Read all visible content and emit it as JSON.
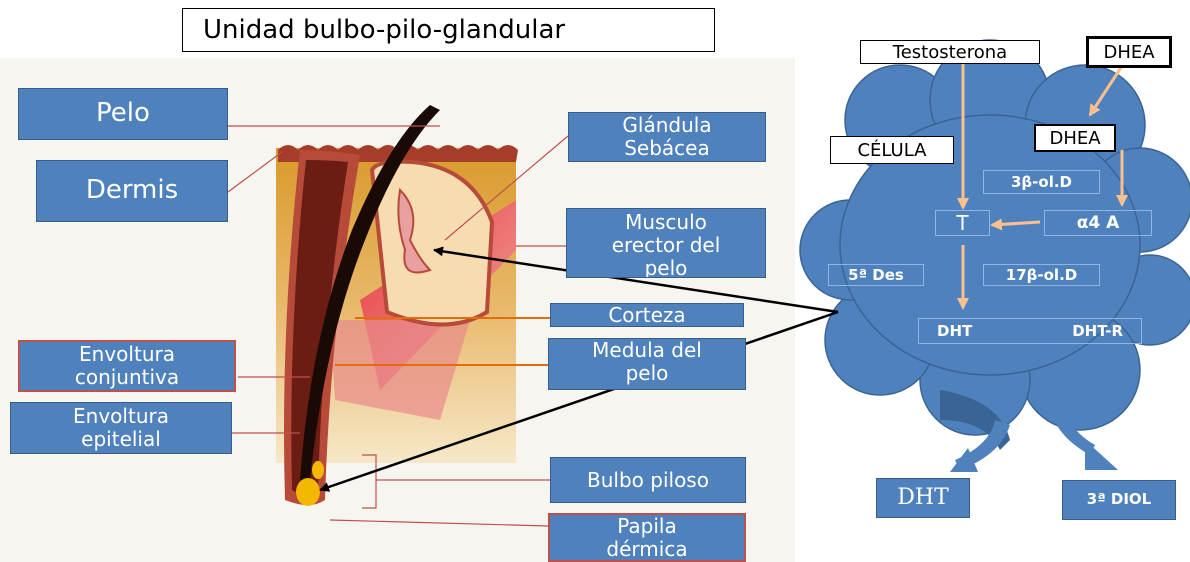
{
  "title": "Unidad bulbo-pilo-glandular",
  "left_labels": {
    "pelo": "Pelo",
    "dermis": "Dermis",
    "envoltura_conjuntiva": "Envoltura\nconjuntiva",
    "envoltura_epitelial": "Envoltura\nepitelial"
  },
  "right_labels": {
    "glandula": "Glándula\nSebácea",
    "musculo": "Musculo\nerector del\npelo",
    "corteza": "Corteza",
    "medula": "Medula del\npelo",
    "bulbo": "Bulbo piloso",
    "papila": "Papila\ndérmica"
  },
  "cell_diagram": {
    "testosterona": "Testosterona",
    "dhea_top": "DHEA",
    "dhea_inner": "DHEA",
    "celula": "CÉLULA",
    "beta3": "3β-ol.D",
    "t": "T",
    "alpha4": "α4 A",
    "des5": "5ª Des",
    "beta17": "17β-ol.D",
    "dht": "DHT",
    "dht_r": "DHT-R",
    "out_dht": "DHT",
    "out_diol": "3ª DIOL"
  },
  "colors": {
    "box_fill": "#4f81bd",
    "box_border": "#385d8a",
    "red_border": "#c0504d",
    "cell_fill": "#4f81bd",
    "peach_arrow": "#fac090",
    "orange_line": "#e46c0a"
  }
}
